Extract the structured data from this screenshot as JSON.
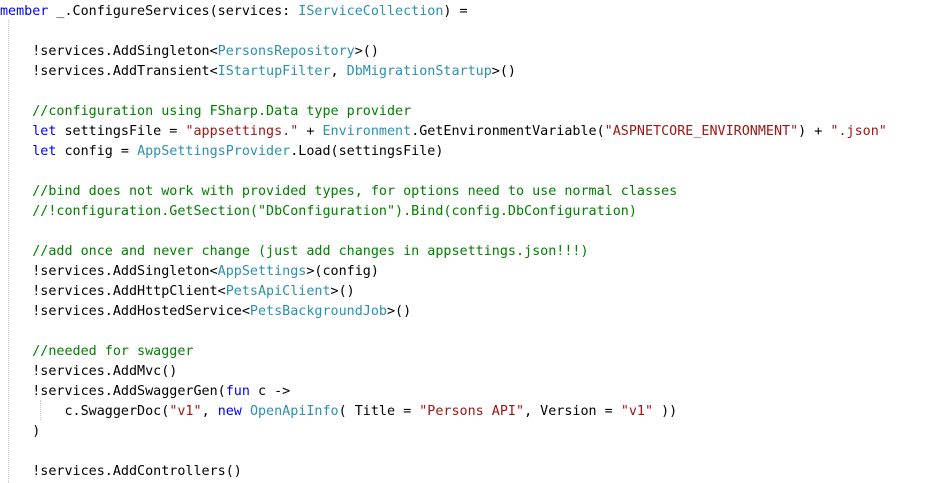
{
  "editor": {
    "language": "F#",
    "colors": {
      "keyword": "#0000ff",
      "type": "#2b91af",
      "string": "#a31515",
      "comment": "#008000",
      "text": "#000000",
      "background": "#ffffff"
    },
    "lines": [
      [
        {
          "t": "member",
          "c": "kw"
        },
        {
          "t": " _.ConfigureServices(services: ",
          "c": ""
        },
        {
          "t": "IServiceCollection",
          "c": "ty"
        },
        {
          "t": ") =",
          "c": ""
        }
      ],
      [],
      [
        {
          "t": "    !services.AddSingleton<",
          "c": ""
        },
        {
          "t": "PersonsRepository",
          "c": "ty"
        },
        {
          "t": ">()",
          "c": ""
        }
      ],
      [
        {
          "t": "    !services.AddTransient<",
          "c": ""
        },
        {
          "t": "IStartupFilter",
          "c": "ty"
        },
        {
          "t": ", ",
          "c": ""
        },
        {
          "t": "DbMigrationStartup",
          "c": "ty"
        },
        {
          "t": ">()",
          "c": ""
        }
      ],
      [],
      [
        {
          "t": "    //configuration using FSharp.Data type provider",
          "c": "cm"
        }
      ],
      [
        {
          "t": "    ",
          "c": ""
        },
        {
          "t": "let",
          "c": "kw"
        },
        {
          "t": " settingsFile = ",
          "c": ""
        },
        {
          "t": "\"appsettings.\"",
          "c": "str"
        },
        {
          "t": " + ",
          "c": ""
        },
        {
          "t": "Environment",
          "c": "ty"
        },
        {
          "t": ".GetEnvironmentVariable(",
          "c": ""
        },
        {
          "t": "\"ASPNETCORE_ENVIRONMENT\"",
          "c": "str"
        },
        {
          "t": ") + ",
          "c": ""
        },
        {
          "t": "\".json\"",
          "c": "str"
        }
      ],
      [
        {
          "t": "    ",
          "c": ""
        },
        {
          "t": "let",
          "c": "kw"
        },
        {
          "t": " config = ",
          "c": ""
        },
        {
          "t": "AppSettingsProvider",
          "c": "ty"
        },
        {
          "t": ".Load(settingsFile)",
          "c": ""
        }
      ],
      [],
      [
        {
          "t": "    //bind does not work with provided types, for options need to use normal classes",
          "c": "cm"
        }
      ],
      [
        {
          "t": "    //!configuration.GetSection(\"DbConfiguration\").Bind(config.DbConfiguration)",
          "c": "cm"
        }
      ],
      [],
      [
        {
          "t": "    //add once and never change (just add changes in appsettings.json!!!)",
          "c": "cm"
        }
      ],
      [
        {
          "t": "    !services.AddSingleton<",
          "c": ""
        },
        {
          "t": "AppSettings",
          "c": "ty"
        },
        {
          "t": ">(config)",
          "c": ""
        }
      ],
      [
        {
          "t": "    !services.AddHttpClient<",
          "c": ""
        },
        {
          "t": "PetsApiClient",
          "c": "ty"
        },
        {
          "t": ">()",
          "c": ""
        }
      ],
      [
        {
          "t": "    !services.AddHostedService<",
          "c": ""
        },
        {
          "t": "PetsBackgroundJob",
          "c": "ty"
        },
        {
          "t": ">()",
          "c": ""
        }
      ],
      [],
      [
        {
          "t": "    //needed for swagger",
          "c": "cm"
        }
      ],
      [
        {
          "t": "    !services.AddMvc()",
          "c": ""
        }
      ],
      [
        {
          "t": "    !services.AddSwaggerGen(",
          "c": ""
        },
        {
          "t": "fun",
          "c": "kw"
        },
        {
          "t": " c ->",
          "c": ""
        }
      ],
      [
        {
          "t": "        c.SwaggerDoc(",
          "c": ""
        },
        {
          "t": "\"v1\"",
          "c": "str"
        },
        {
          "t": ", ",
          "c": ""
        },
        {
          "t": "new",
          "c": "kw"
        },
        {
          "t": " ",
          "c": ""
        },
        {
          "t": "OpenApiInfo",
          "c": "ty"
        },
        {
          "t": "( Title = ",
          "c": ""
        },
        {
          "t": "\"Persons API\"",
          "c": "str"
        },
        {
          "t": ", Version = ",
          "c": ""
        },
        {
          "t": "\"v1\"",
          "c": "str"
        },
        {
          "t": " ))",
          "c": ""
        }
      ],
      [
        {
          "t": "    )",
          "c": ""
        }
      ],
      [],
      [
        {
          "t": "    !services.AddControllers()",
          "c": ""
        }
      ]
    ]
  }
}
